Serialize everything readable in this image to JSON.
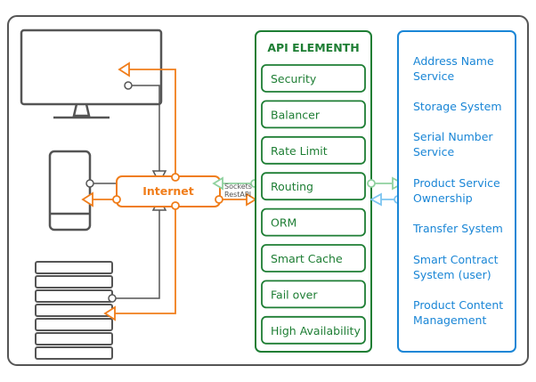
{
  "internet": {
    "label": "Internet"
  },
  "protocols": {
    "line1": "Sockets",
    "line2": "RestAPI"
  },
  "api": {
    "title": "API ELEMENTH",
    "items": [
      "Security",
      "Balancer",
      "Rate Limit",
      "Routing",
      "ORM",
      "Smart Cache",
      "Fail over",
      "High Availability"
    ]
  },
  "services": [
    [
      "Address Name",
      "Service"
    ],
    [
      "Storage System"
    ],
    [
      "Serial Number",
      "Service"
    ],
    [
      "Product Service",
      "Ownership"
    ],
    [
      "Transfer System"
    ],
    [
      "Smart Contract",
      "System (user)"
    ],
    [
      "Product Content",
      "Management"
    ]
  ],
  "colors": {
    "orange": "#f07d1a",
    "green": "#1e7e34",
    "blue": "#1a86d6",
    "gray": "#555555",
    "light_green": "#8fd19e",
    "light_blue": "#7cc4f0"
  }
}
